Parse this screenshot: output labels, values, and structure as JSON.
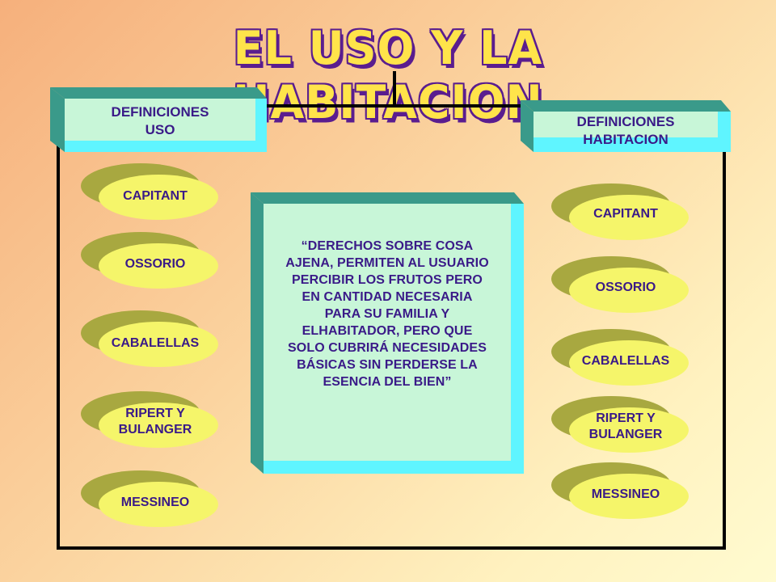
{
  "title": "EL USO Y LA HABITACION",
  "left_header": {
    "line1": "DEFINICIONES",
    "line2": "USO"
  },
  "right_header": {
    "line1": "DEFINICIONES",
    "line2": "HABITACION"
  },
  "left_authors": [
    "CAPITANT",
    "OSSORIO",
    "CABALELLAS",
    "RIPERT Y\nBULANGER",
    "MESSINEO"
  ],
  "right_authors": [
    "CAPITANT",
    "OSSORIO",
    "CABALELLAS",
    "RIPERT Y\nBULANGER",
    "MESSINEO"
  ],
  "center_text": "“DERECHOS SOBRE COSA AJENA, PERMITEN AL USUARIO PERCIBIR LOS FRUTOS PERO EN CANTIDAD NECESARIA PARA SU FAMILIA Y ELHABITADOR, PERO QUE SOLO CUBRIRÁ NECESIDADES BÁSICAS SIN PERDERSE LA ESENCIA DEL BIEN”",
  "colors": {
    "text": "#3a1a88",
    "title_fill": "#ffe44a",
    "title_outline": "#5a1d8f",
    "box_face": "#c8f6d8",
    "box_dark": "#3a9a8a",
    "box_light": "#5ff5ff",
    "pill_back": "#a8a840",
    "pill_front": "#f5f56a"
  }
}
